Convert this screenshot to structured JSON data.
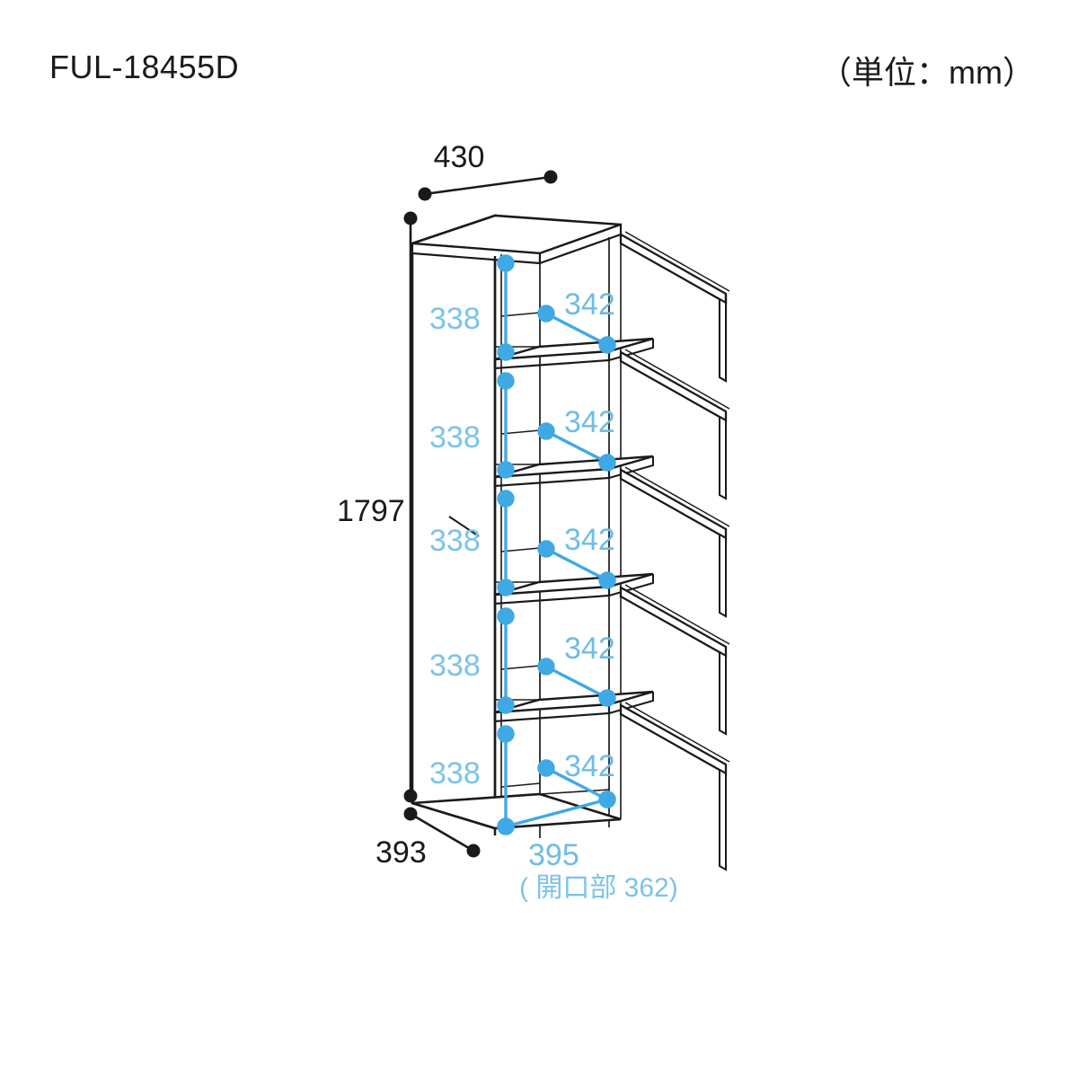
{
  "header": {
    "model_code": "FUL-18455D",
    "unit_note": "（単位：mm）"
  },
  "colors": {
    "line": "#1a1a1a",
    "accent_blue": "#3fa9e5",
    "accent_blue_text": "#7cc3e8",
    "background": "#ffffff"
  },
  "dimensions": {
    "width_overall": "430",
    "height_overall": "1797",
    "depth_overall": "393",
    "inner_width": "395",
    "inner_width_note": "( 開口部 362)",
    "shelf_heights": [
      "338",
      "338",
      "338",
      "338",
      "338"
    ],
    "shelf_depths": [
      "342",
      "342",
      "342",
      "342",
      "342"
    ]
  },
  "product": {
    "compartment_count": 5,
    "door_count": 5,
    "view": "isometric-open-doors"
  }
}
